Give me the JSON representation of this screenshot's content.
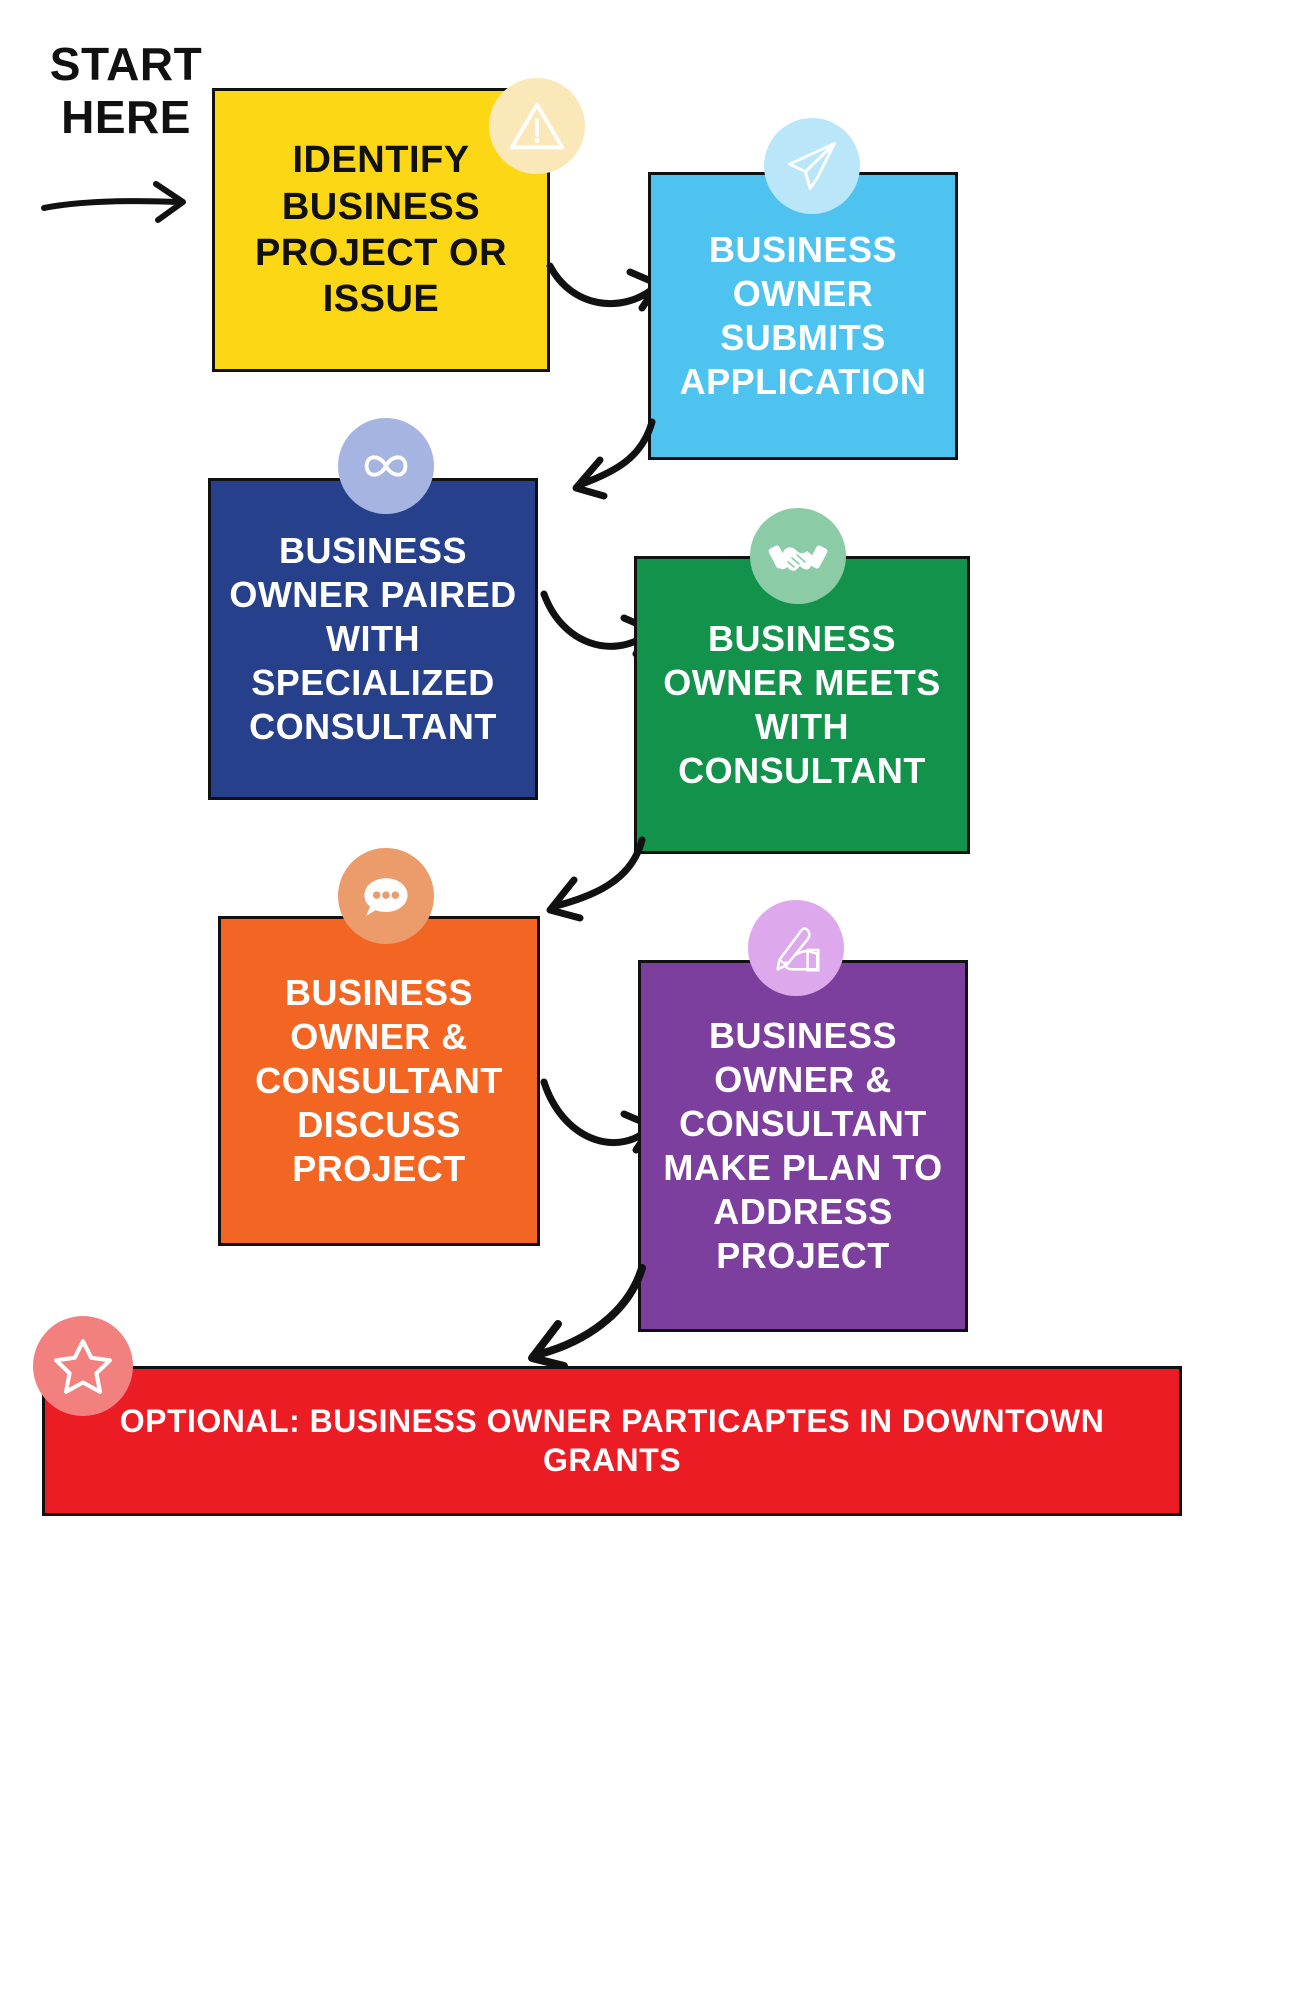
{
  "title": "Business Consulting Process Flowchart",
  "start": {
    "label": "START\nHERE",
    "arrow_icon": "straight-arrow-right-icon"
  },
  "colors": {
    "yellow": "#FCD716",
    "light_blue": "#4FC3F0",
    "navy": "#26408B",
    "green": "#13924B",
    "orange": "#F26522",
    "purple": "#7C3F9D",
    "red": "#EC1C24",
    "outline": "#111111",
    "badge_warning": "#FBE8B8",
    "badge_plane": "#B9E7F9",
    "badge_infinity": "#A5B4E0",
    "badge_handshake": "#8BCBA6",
    "badge_chat": "#EC9B6B",
    "badge_pencil": "#DDA8EC",
    "badge_star": "#F2807E"
  },
  "steps": [
    {
      "id": "identify",
      "order": 1,
      "text": "IDENTIFY\nBUSINESS\nPROJECT OR\nISSUE",
      "fill": "#FCD716",
      "text_color": "#111111",
      "icon": "warning-triangle-icon"
    },
    {
      "id": "submits",
      "order": 2,
      "text": "BUSINESS\nOWNER\nSUBMITS\nAPPLICATION",
      "fill": "#4FC3F0",
      "text_color": "#FFFFFF",
      "icon": "paper-plane-icon"
    },
    {
      "id": "paired",
      "order": 3,
      "text": "BUSINESS\nOWNER PAIRED\nWITH\nSPECIALIZED\nCONSULTANT",
      "fill": "#26408B",
      "text_color": "#FFFFFF",
      "icon": "infinity-icon"
    },
    {
      "id": "meets",
      "order": 4,
      "text": "BUSINESS\nOWNER MEETS\nWITH\nCONSULTANT",
      "fill": "#13924B",
      "text_color": "#FFFFFF",
      "icon": "handshake-icon"
    },
    {
      "id": "discuss",
      "order": 5,
      "text": "BUSINESS\nOWNER &\nCONSULTANT\nDISCUSS\nPROJECT",
      "fill": "#F26522",
      "text_color": "#FFFFFF",
      "icon": "chat-bubble-icon"
    },
    {
      "id": "plan",
      "order": 6,
      "text": "BUSINESS\nOWNER &\nCONSULTANT\nMAKE PLAN TO\nADDRESS\nPROJECT",
      "fill": "#7C3F9D",
      "text_color": "#FFFFFF",
      "icon": "hand-writing-pencil-icon"
    },
    {
      "id": "optional",
      "order": 7,
      "text": "OPTIONAL: BUSINESS OWNER PARTICAPTES IN DOWNTOWN GRANTS",
      "fill": "#EC1C24",
      "text_color": "#FFFFFF",
      "icon": "star-icon"
    }
  ],
  "connectors": [
    {
      "id": "arrow-1",
      "from": "identify",
      "to": "submits",
      "style": "curved-arrow-right"
    },
    {
      "id": "arrow-2",
      "from": "submits",
      "to": "paired",
      "style": "curved-arrow-down-left"
    },
    {
      "id": "arrow-3",
      "from": "paired",
      "to": "meets",
      "style": "curved-arrow-right"
    },
    {
      "id": "arrow-4",
      "from": "meets",
      "to": "discuss",
      "style": "curved-arrow-down-left"
    },
    {
      "id": "arrow-5",
      "from": "discuss",
      "to": "plan",
      "style": "curved-arrow-right"
    },
    {
      "id": "arrow-6",
      "from": "plan",
      "to": "optional",
      "style": "curved-arrow-down-left"
    }
  ]
}
